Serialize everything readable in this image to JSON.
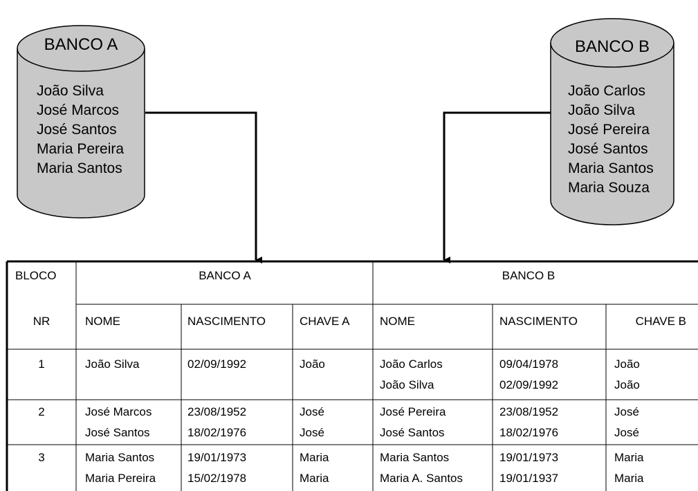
{
  "bancoA": {
    "title": "BANCO A",
    "names": [
      "João Silva",
      "José Marcos",
      "José Santos",
      "Maria Pereira",
      "Maria Santos"
    ]
  },
  "bancoB": {
    "title": "BANCO B",
    "names": [
      "João Carlos",
      "João Silva",
      "José Pereira",
      "José Santos",
      "Maria Santos",
      "Maria Souza"
    ]
  },
  "table": {
    "bloco_header": "BLOCO",
    "banco_a_header": "BANCO A",
    "banco_b_header": "BANCO B",
    "columns": {
      "nr": "NR",
      "nome_a": "NOME",
      "nascimento_a": "NASCIMENTO",
      "chave_a": "CHAVE A",
      "nome_b": "NOME",
      "nascimento_b": "NASCIMENTO",
      "chave_b": "CHAVE B"
    },
    "blocks": [
      {
        "nr": "1",
        "a": [
          {
            "nome": "João Silva",
            "nascimento": "02/09/1992",
            "chave": "João"
          }
        ],
        "b": [
          {
            "nome": "João Carlos",
            "nascimento": "09/04/1978",
            "chave": "João"
          },
          {
            "nome": "João Silva",
            "nascimento": "02/09/1992",
            "chave": "João"
          }
        ]
      },
      {
        "nr": "2",
        "a": [
          {
            "nome": "José Marcos",
            "nascimento": "23/08/1952",
            "chave": "José"
          },
          {
            "nome": "José Santos",
            "nascimento": "18/02/1976",
            "chave": "José"
          }
        ],
        "b": [
          {
            "nome": "José Pereira",
            "nascimento": "23/08/1952",
            "chave": "José"
          },
          {
            "nome": "José Santos",
            "nascimento": "18/02/1976",
            "chave": "José"
          }
        ]
      },
      {
        "nr": "3",
        "a": [
          {
            "nome": "Maria Santos",
            "nascimento": "19/01/1973",
            "chave": "Maria"
          },
          {
            "nome": "Maria Pereira",
            "nascimento": "15/02/1978",
            "chave": "Maria"
          }
        ],
        "b": [
          {
            "nome": "Maria Santos",
            "nascimento": "19/01/1973",
            "chave": "Maria"
          },
          {
            "nome": "Maria A. Santos",
            "nascimento": "19/01/1937",
            "chave": "Maria"
          }
        ]
      }
    ]
  }
}
